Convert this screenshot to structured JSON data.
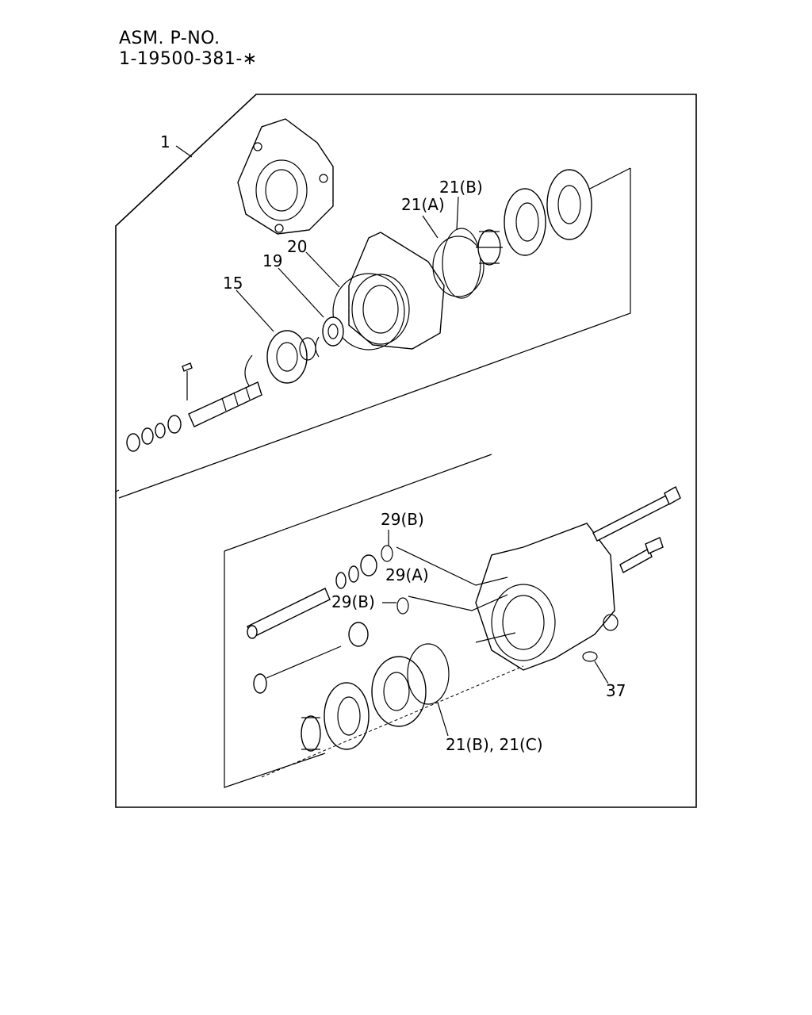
{
  "header": {
    "line1": "ASM. P-NO.",
    "line2": "1-19500-381-∗"
  },
  "callouts": {
    "c1": "1",
    "c20": "20",
    "c19": "19",
    "c15": "15",
    "c21a": "21(A)",
    "c21b_top": "21(B)",
    "c29b_top": "29(B)",
    "c29a": "29(A)",
    "c29b_mid": "29(B)",
    "c37": "37",
    "c21bc": "21(B), 21(C)"
  }
}
